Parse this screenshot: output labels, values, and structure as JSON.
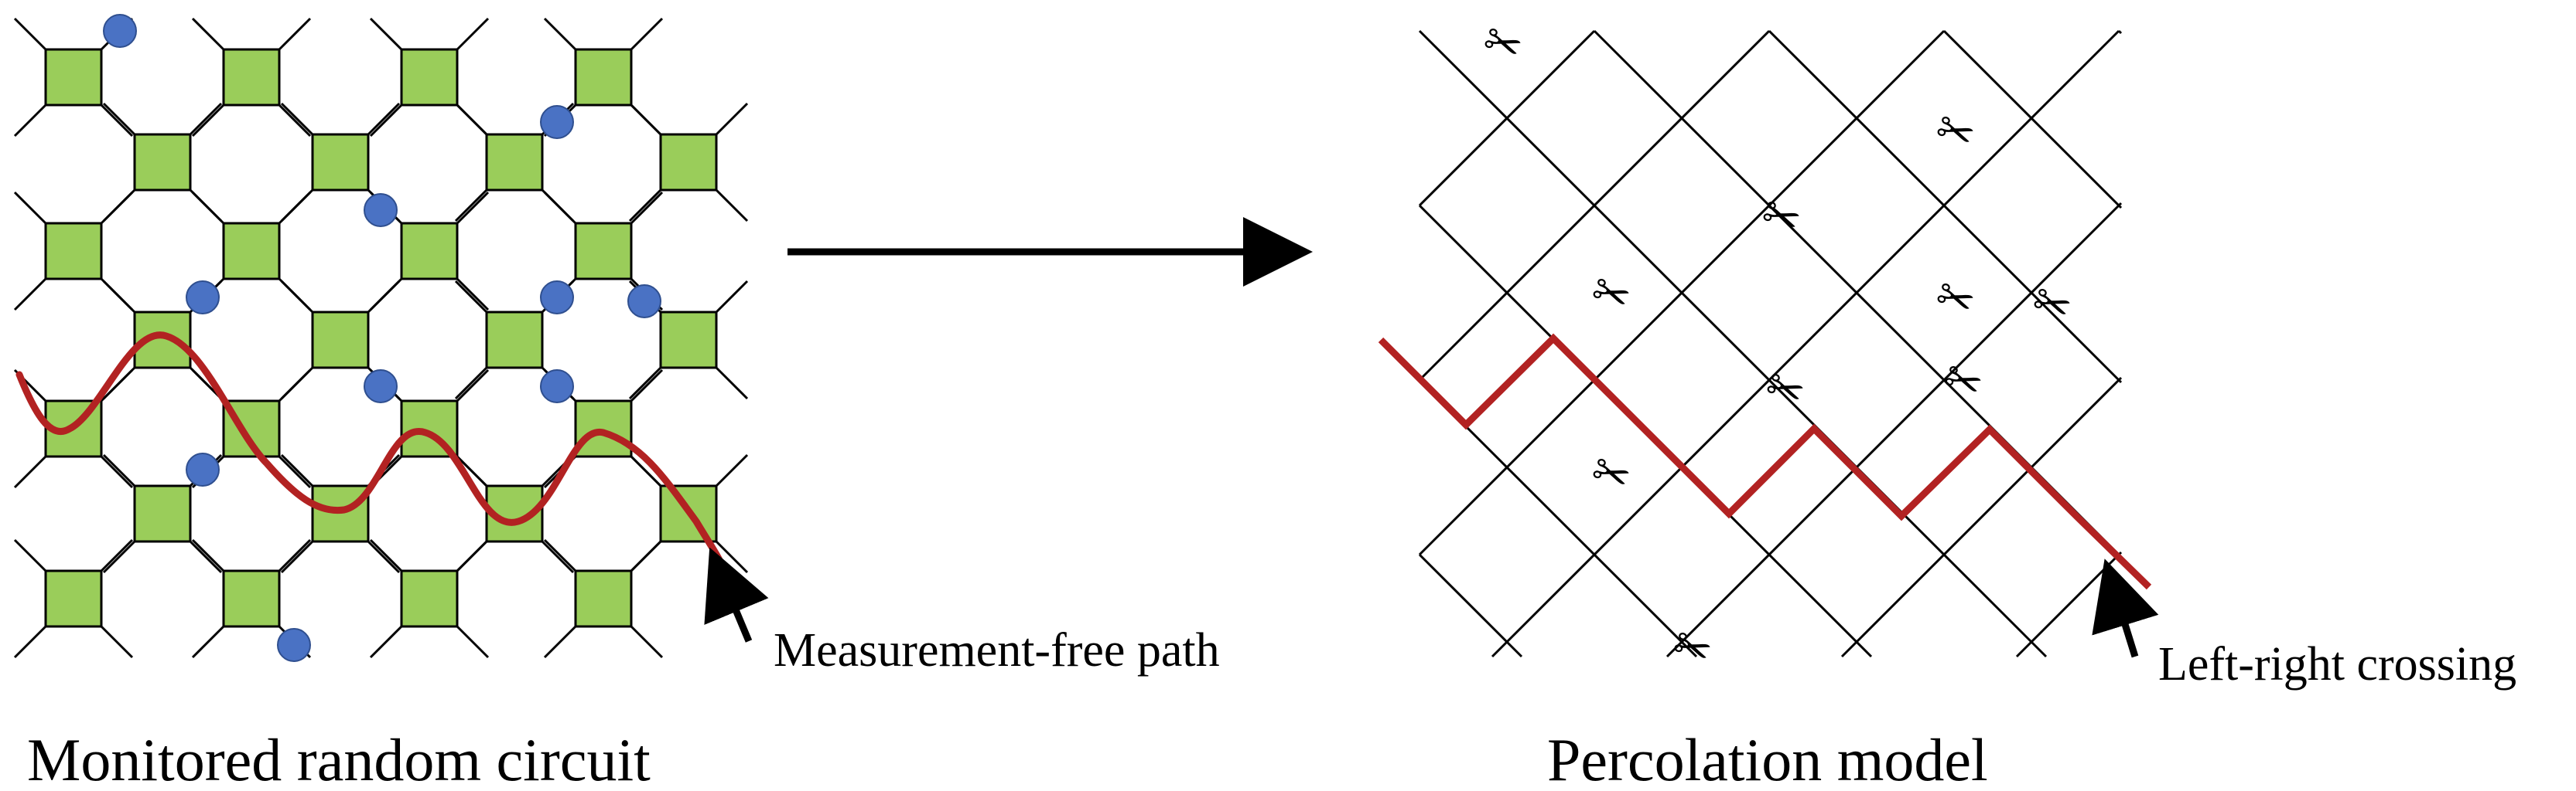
{
  "left_panel": {
    "caption": "Monitored random circuit",
    "annotation": "Measurement-free path"
  },
  "right_panel": {
    "caption": "Percolation model",
    "annotation": "Left-right crossing"
  },
  "colors": {
    "gate_fill": "#9ACD5A",
    "measurement": "#4A72C4",
    "path": "#B22222",
    "line": "#000000"
  },
  "icons": {
    "measurement": "measurement-dot-icon",
    "cut": "scissors-icon",
    "arrow": "arrow-icon"
  }
}
